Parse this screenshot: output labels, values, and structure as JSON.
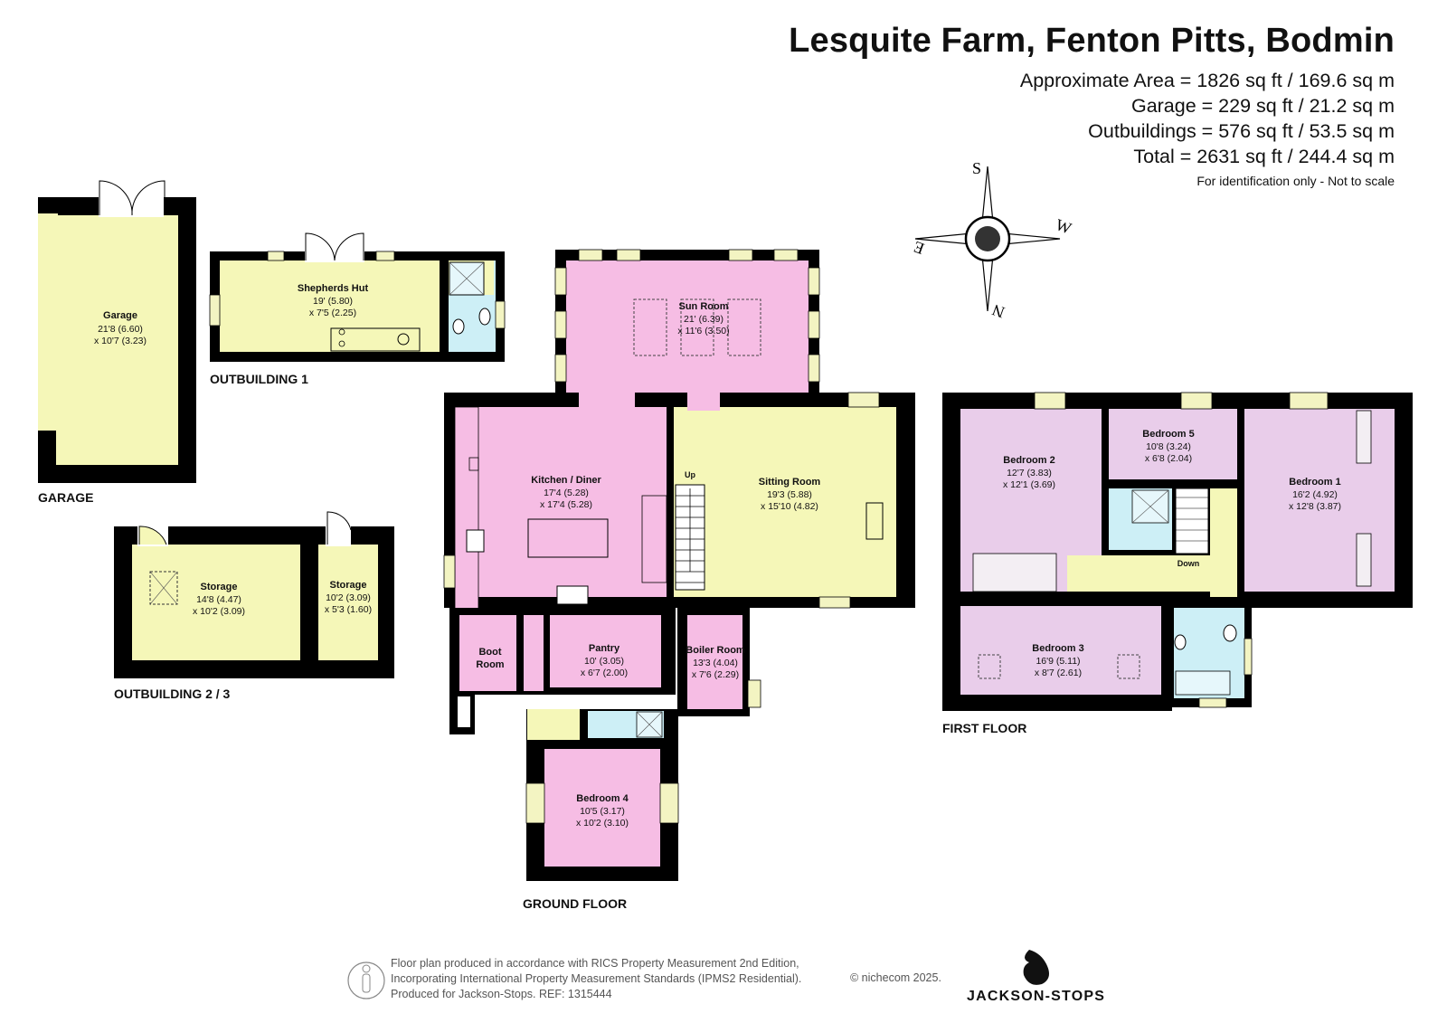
{
  "header": {
    "title": "Lesquite Farm, Fenton Pitts, Bodmin",
    "areas": [
      "Approximate Area = 1826 sq ft / 169.6 sq m",
      "Garage = 229 sq ft / 21.2 sq m",
      "Outbuildings = 576 sq ft / 53.5 sq m",
      "Total = 2631 sq ft / 244.4 sq m"
    ],
    "scale_note": "For identification only - Not to scale"
  },
  "compass": {
    "labels": [
      "S",
      "W",
      "N",
      "E"
    ],
    "icon": "compass-rose-icon"
  },
  "floors": {
    "garage": "GARAGE",
    "outbuilding1": "OUTBUILDING 1",
    "outbuilding23": "OUTBUILDING 2 / 3",
    "ground": "GROUND FLOOR",
    "first": "FIRST FLOOR"
  },
  "rooms": {
    "garage": {
      "name": "Garage",
      "dim1": "21'8 (6.60)",
      "dim2": "x 10'7 (3.23)"
    },
    "shepherds_hut": {
      "name": "Shepherds Hut",
      "dim1": "19' (5.80)",
      "dim2": "x 7'5 (2.25)"
    },
    "storage1": {
      "name": "Storage",
      "dim1": "14'8 (4.47)",
      "dim2": "x 10'2 (3.09)"
    },
    "storage2": {
      "name": "Storage",
      "dim1": "10'2 (3.09)",
      "dim2": "x 5'3 (1.60)"
    },
    "sun_room": {
      "name": "Sun Room",
      "dim1": "21' (6.39)",
      "dim2": "x 11'6 (3.50)"
    },
    "kitchen": {
      "name": "Kitchen / Diner",
      "dim1": "17'4 (5.28)",
      "dim2": "x 17'4 (5.28)"
    },
    "sitting": {
      "name": "Sitting Room",
      "dim1": "19'3 (5.88)",
      "dim2": "x 15'10 (4.82)"
    },
    "boot_room": {
      "name1": "Boot",
      "name2": "Room"
    },
    "pantry": {
      "name": "Pantry",
      "dim1": "10' (3.05)",
      "dim2": "x 6'7 (2.00)"
    },
    "boiler": {
      "name": "Boiler Room",
      "dim1": "13'3 (4.04)",
      "dim2": "x 7'6 (2.29)"
    },
    "bedroom4": {
      "name": "Bedroom 4",
      "dim1": "10'5 (3.17)",
      "dim2": "x 10'2 (3.10)"
    },
    "bedroom2": {
      "name": "Bedroom 2",
      "dim1": "12'7 (3.83)",
      "dim2": "x 12'1 (3.69)"
    },
    "bedroom5": {
      "name": "Bedroom 5",
      "dim1": "10'8 (3.24)",
      "dim2": "x 6'8 (2.04)"
    },
    "bedroom1": {
      "name": "Bedroom 1",
      "dim1": "16'2 (4.92)",
      "dim2": "x 12'8 (3.87)"
    },
    "bedroom3": {
      "name": "Bedroom 3",
      "dim1": "16'9 (5.11)",
      "dim2": "x 8'7 (2.61)"
    },
    "stairs_up": "Up",
    "stairs_down": "Down"
  },
  "footer": {
    "lines": [
      "Floor plan produced in accordance with RICS Property Measurement 2nd Edition,",
      "Incorporating International Property Measurement Standards (IPMS2 Residential).",
      "Produced for Jackson-Stops.   REF:  1315444"
    ],
    "copyright": "© nichecom 2025.",
    "brand": "JACKSON-STOPS"
  },
  "colors": {
    "wall": "#000000",
    "yellow_room": "#f5f7b8",
    "pink_room": "#f6bde4",
    "lilac_room": "#e9cdea",
    "bathroom": "#cdeff6",
    "window": "#f3f4c2"
  }
}
